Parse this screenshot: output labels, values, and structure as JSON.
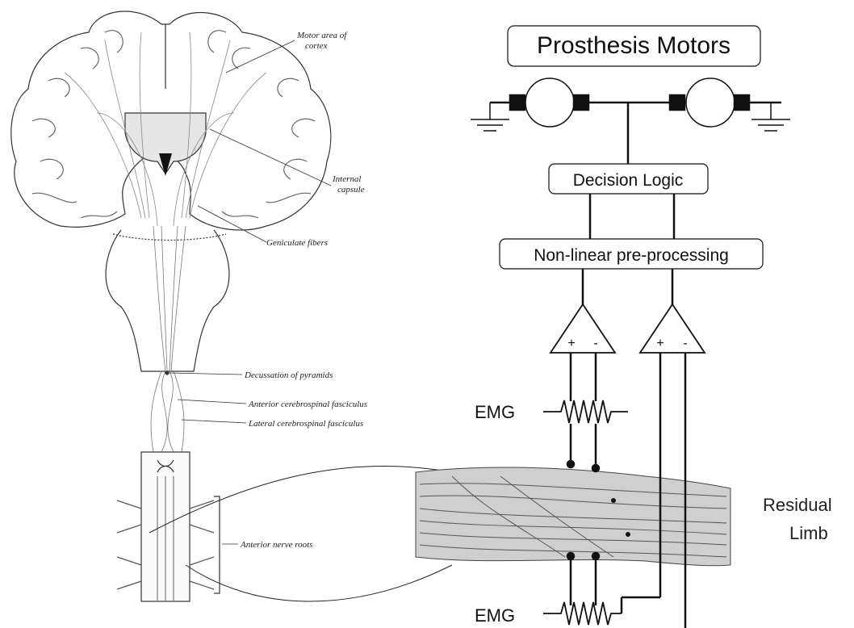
{
  "brain": {
    "labels": {
      "motor_area": [
        "Motor area of",
        "cortex"
      ],
      "internal_capsule": [
        "Internal",
        "capsule"
      ],
      "geniculate": "Geniculate fibers",
      "decussation": "Decussation of pyramids",
      "anterior_cs": "Anterior cerebrospinal fasciculus",
      "lateral_cs": "Lateral cerebrospinal fasciculus",
      "nerve_roots": "Anterior nerve roots"
    }
  },
  "circuit": {
    "prosthesis_motors": "Prosthesis Motors",
    "decision_logic": "Decision Logic",
    "preprocessing": "Non-linear pre-processing",
    "amp_plus": "+",
    "amp_minus": "-",
    "emg_top": "EMG",
    "emg_bottom": "EMG",
    "residual_limb": [
      "Residual",
      "Limb"
    ]
  }
}
